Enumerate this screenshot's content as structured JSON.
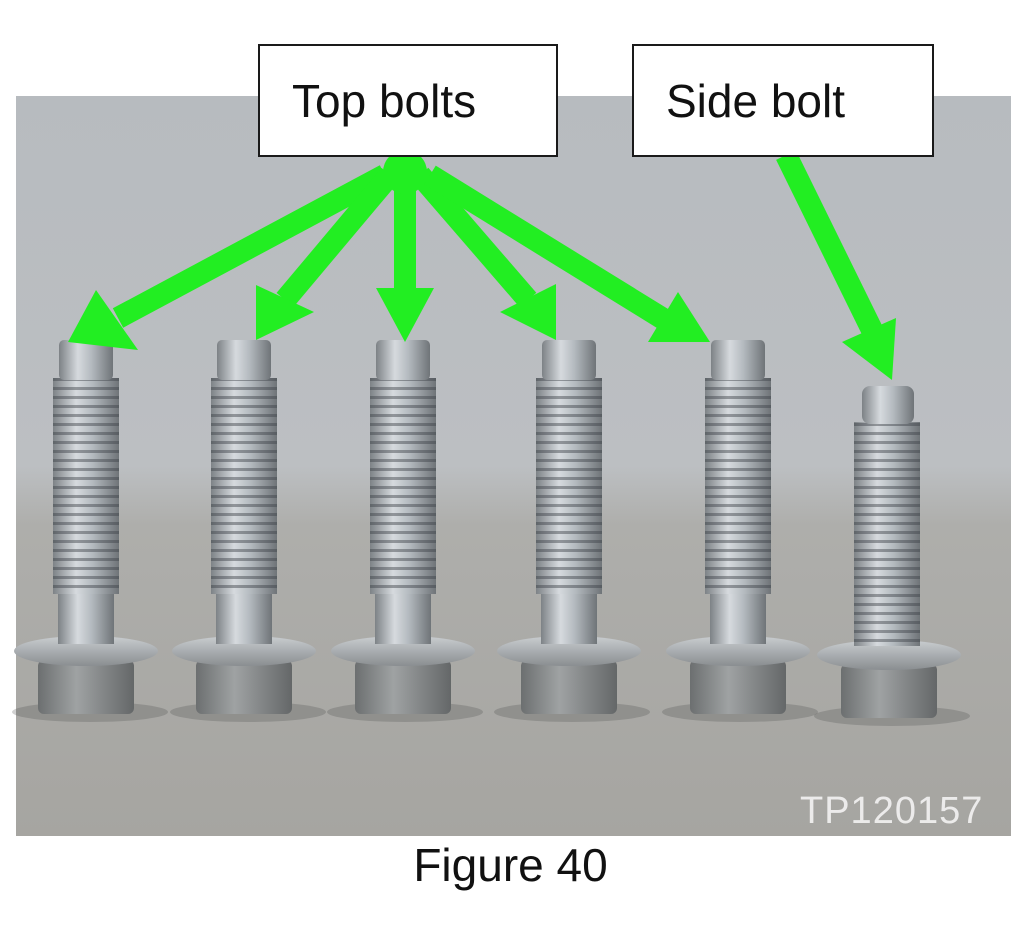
{
  "labels": {
    "top_bolts": "Top bolts",
    "side_bolt": "Side bolt"
  },
  "photo_id": "TP120157",
  "caption": "Figure 40",
  "colors": {
    "arrow": "#22ee22",
    "background": "#b9bcbf",
    "floor": "#a9a8a4",
    "bolt": "#a8aeb2"
  },
  "bolts": [
    {
      "group": "top"
    },
    {
      "group": "top"
    },
    {
      "group": "top"
    },
    {
      "group": "top"
    },
    {
      "group": "top"
    },
    {
      "group": "side"
    }
  ]
}
